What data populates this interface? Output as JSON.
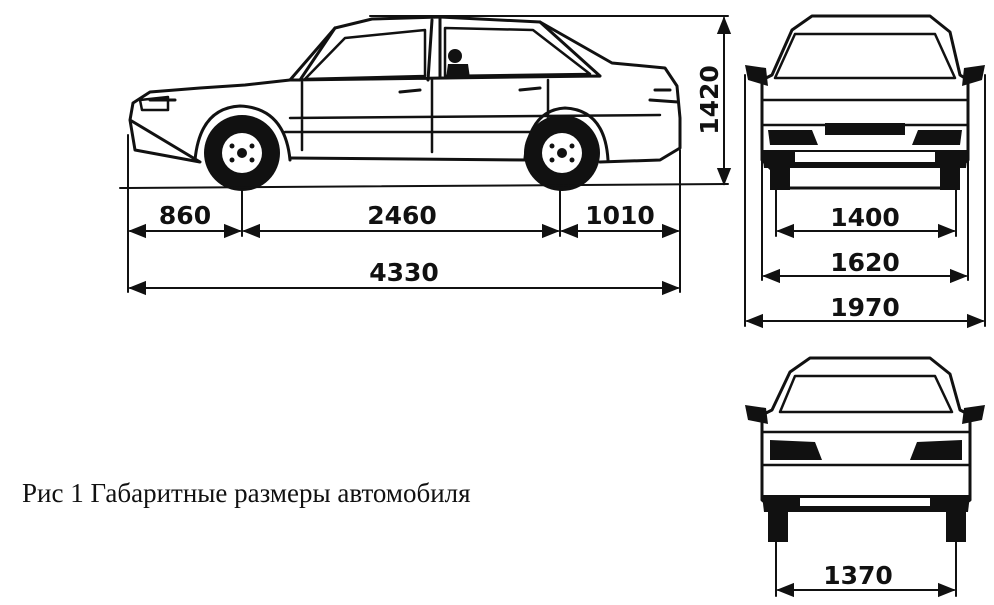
{
  "caption": "Рис 1 Габаритные размеры автомобиля",
  "dimensions": {
    "front_overhang": "860",
    "wheelbase": "2460",
    "rear_overhang": "1010",
    "overall_length": "4330",
    "height": "1420",
    "front_track": "1400",
    "body_width": "1620",
    "width_with_mirrors": "1970",
    "rear_track": "1370"
  },
  "colors": {
    "ink": "#111111",
    "background": "#ffffff"
  }
}
